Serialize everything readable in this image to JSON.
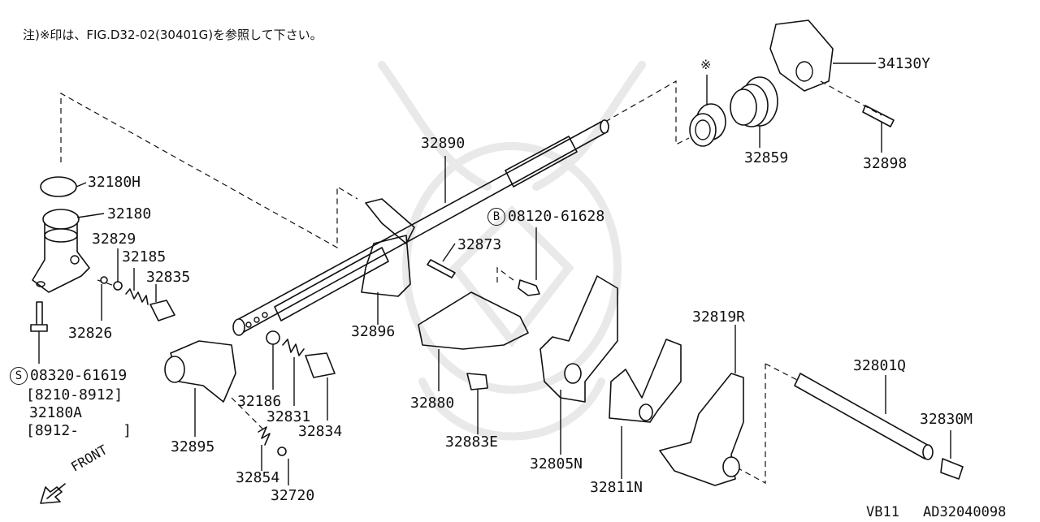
{
  "note": "注)※印は、FIG.D32-02(30401G)を参照して下さい。",
  "asterisk": "※",
  "parts": {
    "p34130Y": "34130Y",
    "p32859": "32859",
    "p32898": "32898",
    "p32890": "32890",
    "p32180H": "32180H",
    "p32180": "32180",
    "p32829": "32829",
    "p32185": "32185",
    "p32835": "32835",
    "p32826": "32826",
    "p08120": "08120-61628",
    "p32873": "32873",
    "p32896": "32896",
    "p32819R": "32819R",
    "p32801Q": "32801Q",
    "p32830M": "32830M",
    "p08320": "08320-61619",
    "p8210": "[8210-8912]",
    "p32180A": "32180A",
    "p8912": "[8912-     ]",
    "p32186": "32186",
    "p32831": "32831",
    "p32834": "32834",
    "p32880": "32880",
    "p32883E": "32883E",
    "p32805N": "32805N",
    "p32811N": "32811N",
    "p32895": "32895",
    "p32854": "32854",
    "p32720": "32720"
  },
  "symbols": {
    "b": "B",
    "s": "S"
  },
  "front": "FRONT",
  "footer": {
    "model": "VB11",
    "code": "AD32040098"
  }
}
